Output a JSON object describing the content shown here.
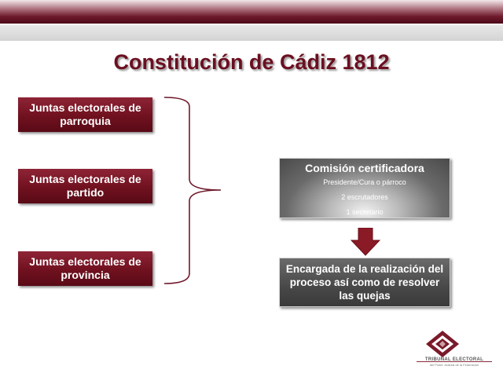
{
  "title": "Constitución de Cádiz 1812",
  "left_boxes": [
    {
      "label": "Juntas electorales de parroquia"
    },
    {
      "label": "Juntas electorales de partido"
    },
    {
      "label": "Juntas electorales de provincia"
    }
  ],
  "commission": {
    "title": "Comisión certificadora",
    "lines": [
      "Presidente/Cura o párroco",
      "2 escrutadores",
      "1 secretario"
    ]
  },
  "task": {
    "label": "Encargada de la realización del proceso así como de resolver las quejas"
  },
  "logo": {
    "line1": "TRIBUNAL ELECTORAL",
    "line2": "del Poder Judicial de la Federación"
  },
  "colors": {
    "maroon": "#70111f",
    "arrow": "#8a1a26",
    "dark_gray": "#484848"
  }
}
